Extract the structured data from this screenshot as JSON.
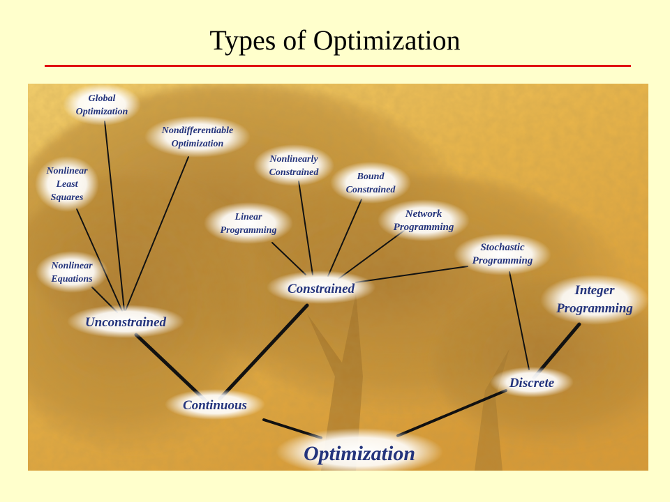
{
  "title": "Types of Optimization",
  "colors": {
    "background": "#ffffcc",
    "rule": "#e01010",
    "label_text": "#24347c",
    "branch": "#111111"
  },
  "nodes": {
    "optimization": "Optimization",
    "continuous": "Continuous",
    "discrete": "Discrete",
    "unconstrained": "Unconstrained",
    "constrained": "Constrained",
    "integer": [
      "Integer",
      "Programming"
    ],
    "stochastic": [
      "Stochastic",
      "Programming"
    ],
    "network": [
      "Network",
      "Programming"
    ],
    "bound": [
      "Bound",
      "Constrained"
    ],
    "nonlinearly_constrained": [
      "Nonlinearly",
      "Constrained"
    ],
    "linear": [
      "Linear",
      "Programming"
    ],
    "nonlinear_equations": [
      "Nonlinear",
      "Equations"
    ],
    "nonlinear_least_squares": [
      "Nonlinear",
      "Least",
      "Squares"
    ],
    "global": [
      "Global",
      "Optimization"
    ],
    "nondifferentiable": [
      "Nondifferentiable",
      "Optimization"
    ]
  }
}
